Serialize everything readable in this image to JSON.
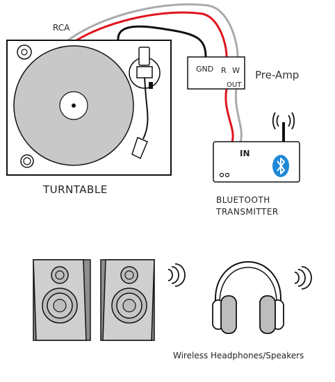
{
  "labels": {
    "rca": "RCA",
    "gnd": "GND",
    "rw": "R W",
    "out": "OUT",
    "preamp": "Pre-Amp",
    "in": "IN",
    "turntable": "TURNTABLE",
    "bluetooth_line1": "BLUETOOTH",
    "bluetooth_line2": "TRANSMITTER",
    "wireless": "Wireless Headphones/Speakers"
  },
  "colors": {
    "cable_red": "#e0141c",
    "cable_grey": "#aaaaaa",
    "cable_black": "#111111",
    "platter": "#c8c8c8",
    "bluetooth": "#1e88d6",
    "speaker_face": "#cfcfcf",
    "speaker_side": "#8f8f8f"
  },
  "icons": [
    "bluetooth-icon",
    "antenna-icon",
    "wireless-signal-icon",
    "headphones-icon",
    "speaker-icon"
  ]
}
